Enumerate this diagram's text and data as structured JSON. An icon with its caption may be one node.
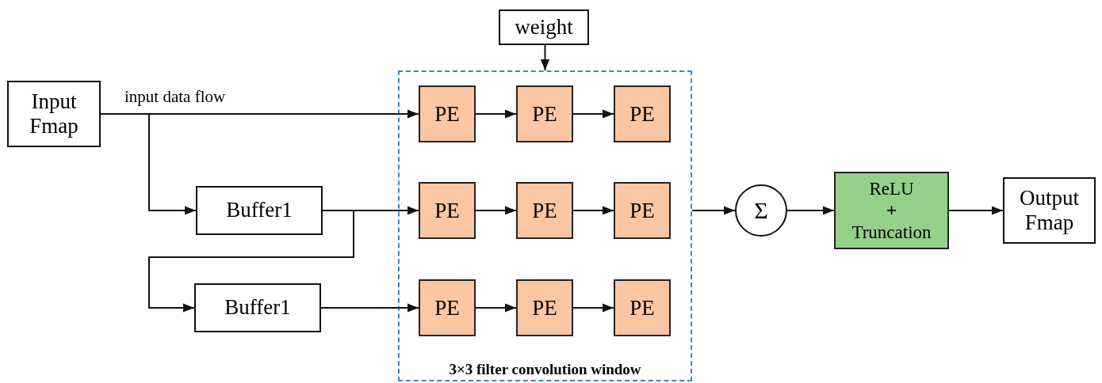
{
  "diagram": {
    "nodes": [
      {
        "text": [
          "Input Fmap"
        ]
      },
      {
        "text": [
          "weight"
        ]
      },
      {
        "text": [
          "3×3 filter convolution window"
        ]
      },
      {
        "text": [
          "PE"
        ],
        "in": 2
      },
      {
        "text": [
          "PE"
        ],
        "in": 2
      },
      {
        "text": [
          "PE"
        ],
        "in": 2
      },
      {
        "text": [
          "PE"
        ],
        "in": 2
      },
      {
        "text": [
          "PE"
        ],
        "in": 2
      },
      {
        "text": [
          "PE"
        ],
        "in": 2
      },
      {
        "text": [
          "PE"
        ],
        "in": 2
      },
      {
        "text": [
          "PE"
        ],
        "in": 2
      },
      {
        "text": [
          "PE"
        ],
        "in": 2
      },
      {
        "text": [
          "Buffer1"
        ]
      },
      {
        "text": [
          "Buffer1"
        ]
      },
      {
        "text": [
          "Σ"
        ]
      },
      {
        "text": [
          "ReLU **+** Truncation"
        ]
      },
      {
        "text": [
          "Output Fmap"
        ]
      }
    ],
    "edges": [
      {
        "from": 0,
        "to": 3,
        "arrow": "to",
        "label": "input data flow"
      },
      {
        "from": 0,
        "to": 12,
        "arrow": "to"
      },
      {
        "from": 12,
        "to": 6,
        "arrow": "to"
      },
      {
        "from": 12,
        "to": 13,
        "arrow": "to"
      },
      {
        "from": 13,
        "to": 9,
        "arrow": "to"
      },
      {
        "from": 3,
        "to": 4,
        "arrow": "to"
      },
      {
        "from": 4,
        "to": 5,
        "arrow": "to"
      },
      {
        "from": 6,
        "to": 7,
        "arrow": "to"
      },
      {
        "from": 7,
        "to": 8,
        "arrow": "to"
      },
      {
        "from": 9,
        "to": 10,
        "arrow": "to"
      },
      {
        "from": 10,
        "to": 11,
        "arrow": "to"
      },
      {
        "from": 1,
        "to": 2,
        "arrow": "to"
      },
      {
        "from": 2,
        "to": 14,
        "arrow": "to"
      },
      {
        "from": 14,
        "to": 15,
        "arrow": "to"
      },
      {
        "from": 15,
        "to": 16,
        "arrow": "to"
      }
    ]
  }
}
